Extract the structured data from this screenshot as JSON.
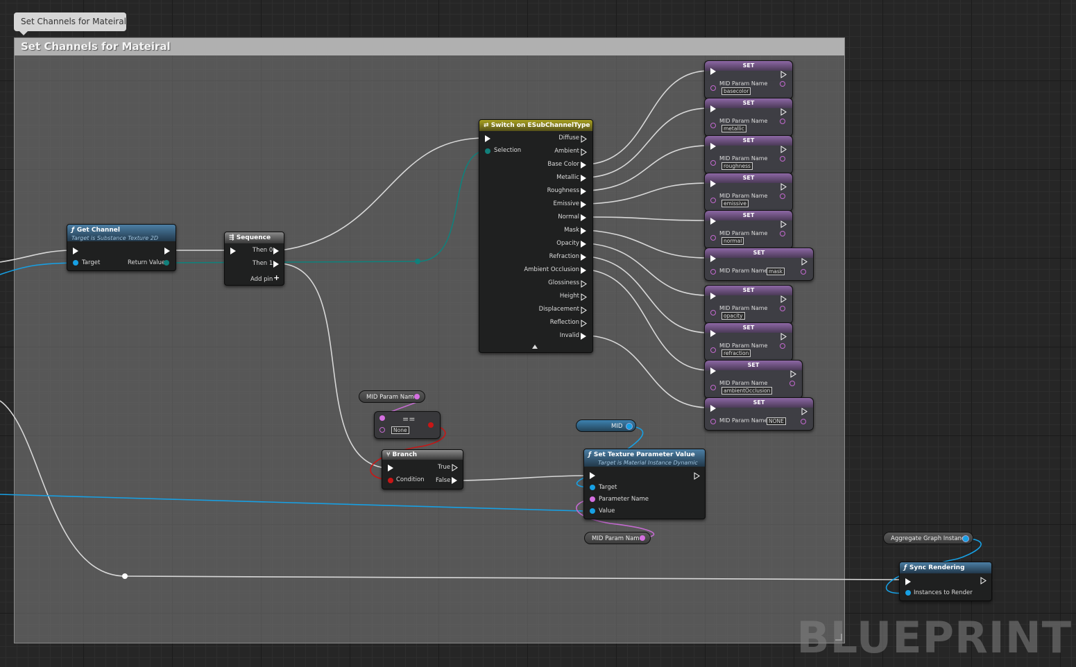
{
  "comment": {
    "tab_title": "Set Channels for Mateiral",
    "header_title": "Set Channels for Mateiral"
  },
  "get_channel": {
    "title": "Get Channel",
    "subtitle": "Target is Substance Texture 2D",
    "target": "Target",
    "return_value": "Return Value"
  },
  "sequence": {
    "title": "Sequence",
    "then0": "Then 0",
    "then1": "Then 1",
    "add_pin": "Add pin"
  },
  "switch": {
    "title": "Switch on ESubChannelType",
    "selection": "Selection",
    "outputs": [
      "Diffuse",
      "Ambient",
      "Base Color",
      "Metallic",
      "Roughness",
      "Emissive",
      "Normal",
      "Mask",
      "Opacity",
      "Refraction",
      "Ambient Occlusion",
      "Glossiness",
      "Height",
      "Displacement",
      "Reflection",
      "Invalid"
    ]
  },
  "set_nodes": [
    {
      "title": "SET",
      "label": "MID Param Name",
      "value": "basecolor"
    },
    {
      "title": "SET",
      "label": "MID Param Name",
      "value": "metallic"
    },
    {
      "title": "SET",
      "label": "MID Param Name",
      "value": "roughness"
    },
    {
      "title": "SET",
      "label": "MID Param Name",
      "value": "emissive"
    },
    {
      "title": "SET",
      "label": "MID Param Name",
      "value": "normal"
    },
    {
      "title": "SET",
      "label": "MID Param Name",
      "value": "mask"
    },
    {
      "title": "SET",
      "label": "MID Param Name",
      "value": "opacity"
    },
    {
      "title": "SET",
      "label": "MID Param Name",
      "value": "refraction"
    },
    {
      "title": "SET",
      "label": "MID Param Name",
      "value": "ambientOcclusion"
    },
    {
      "title": "SET",
      "label": "MID Param Name",
      "value": "NONE"
    }
  ],
  "mid_param_var": "MID Param Name",
  "equal_node": {
    "value": "None"
  },
  "branch": {
    "title": "Branch",
    "true": "True",
    "false": "False",
    "condition": "Condition"
  },
  "mid_var": "MID",
  "set_texture": {
    "title": "Set Texture Parameter Value",
    "subtitle": "Target is Material Instance Dynamic",
    "target": "Target",
    "parameter_name": "Parameter Name",
    "value": "Value"
  },
  "mid_param_var2": "MID Param Name",
  "aggregate_var": "Aggregate Graph Instance",
  "sync": {
    "title": "Sync Rendering",
    "instances": "Instances to Render"
  },
  "watermark": "BLUEPRINT",
  "colors": {
    "exec": "#ffffff",
    "object": "#17a0e4",
    "enum": "#11807b",
    "name": "#d46fe0",
    "bool": "#c81616"
  }
}
